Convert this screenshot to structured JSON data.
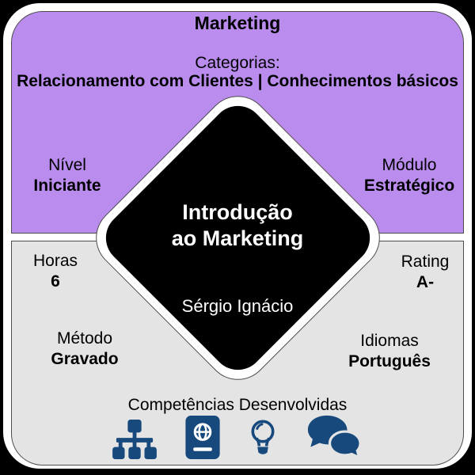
{
  "colors": {
    "purple": "#B98CEE",
    "panel_gray": "#E4E4E4",
    "icon_navy": "#17497D",
    "outline": "#4D4D4D",
    "text": "#000000",
    "card_white": "#FFFFFF",
    "diamond_black": "#000000"
  },
  "header": {
    "title": "Marketing",
    "categories_label": "Categorias:",
    "categories_value": "Relacionamento com Clientes | Conhecimentos básicos"
  },
  "attributes": {
    "level": {
      "label": "Nível",
      "value": "Iniciante"
    },
    "module": {
      "label": "Módulo",
      "value": "Estratégico"
    },
    "hours": {
      "label": "Horas",
      "value": "6"
    },
    "rating": {
      "label": "Rating",
      "value": "A-"
    },
    "method": {
      "label": "Método",
      "value": "Gravado"
    },
    "languages": {
      "label": "Idiomas",
      "value": "Português"
    }
  },
  "center": {
    "title_line1": "Introdução",
    "title_line2": "ao Marketing",
    "author": "Sérgio Ignácio"
  },
  "competencies": {
    "title": "Competências Desenvolvidas",
    "icons": [
      "sitemap-icon",
      "passport-icon",
      "lightbulb-icon",
      "comments-icon"
    ]
  }
}
